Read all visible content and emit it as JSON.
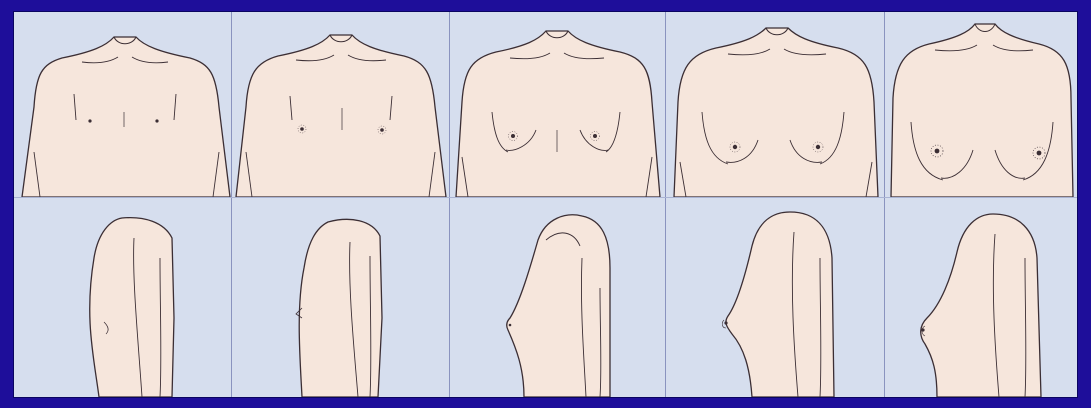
{
  "figure": {
    "frame_color": "#1e0e9a",
    "panel_background": "#d6deee",
    "skin_color": "#f6e6dc",
    "line_color": "#3b2e34",
    "columns": 5,
    "rows": 2,
    "row_views": [
      "front-view",
      "side-view"
    ],
    "stages": [
      {
        "id": "stage-1"
      },
      {
        "id": "stage-2"
      },
      {
        "id": "stage-3"
      },
      {
        "id": "stage-4"
      },
      {
        "id": "stage-5"
      }
    ]
  }
}
